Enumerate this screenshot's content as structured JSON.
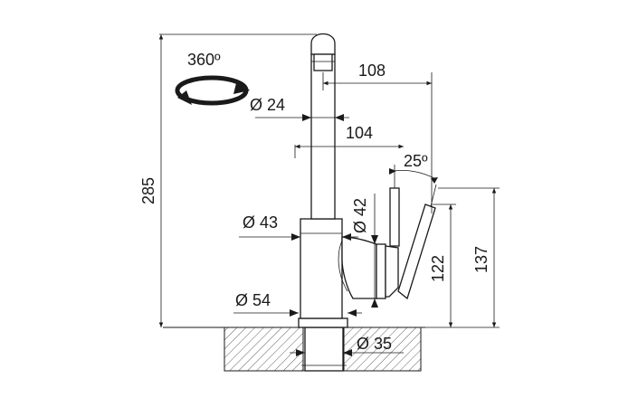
{
  "rotation_label": "360º",
  "dimensions": {
    "height_total": "285",
    "reach": "108",
    "spout_diameter": "Ø 24",
    "spout_offset": "104",
    "lever_angle": "25º",
    "lever_diameter": "Ø 42",
    "body_diameter": "Ø 43",
    "lever_height": "122",
    "lever_top_height": "137",
    "base_diameter": "Ø 54",
    "shank_diameter": "Ø 35"
  },
  "colors": {
    "line": "#1a1a1a",
    "rotation_arrow": "#1a1a1a",
    "hatch": "#1a1a1a"
  }
}
